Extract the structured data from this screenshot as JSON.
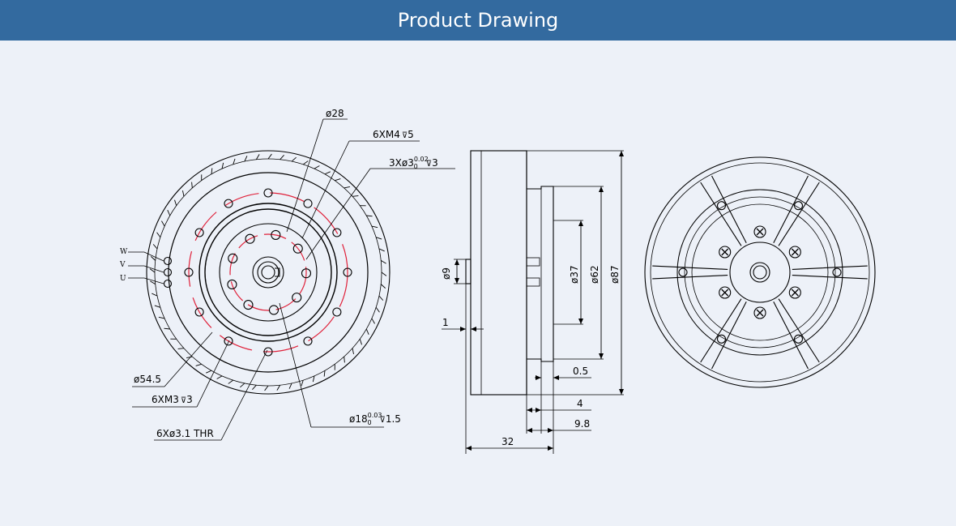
{
  "header": {
    "title": "Product Drawing"
  },
  "colors": {
    "header": "#336a9f",
    "background": "#edf1f8",
    "hole_circle": "#e0213a",
    "line": "#000000"
  },
  "front_view": {
    "wire_labels": [
      "W",
      "V",
      "U"
    ],
    "callouts": {
      "phi28": "ø28",
      "m4": "6XM4",
      "m4_depth": "5",
      "pin_holes": "3Xø3",
      "pin_holes_tol_upper": "0.02",
      "pin_holes_tol_lower": "0",
      "pin_holes_depth": "3",
      "phi54_5": "ø54.5",
      "m3": "6XM3",
      "m3_depth": "3",
      "thru_holes": "6Xø3.1  THR",
      "phi18": "ø18",
      "phi18_tol_upper": "0.03",
      "phi18_tol_lower": "0",
      "phi18_depth": "1.5"
    },
    "depth_symbol": "⊽"
  },
  "side_view": {
    "dims": {
      "d9": "ø9",
      "d37": "ø37",
      "d62": "ø62",
      "d87": "ø87",
      "t1": "1",
      "t0_5": "0.5",
      "t4": "4",
      "t9_8": "9.8",
      "t32": "32"
    }
  }
}
